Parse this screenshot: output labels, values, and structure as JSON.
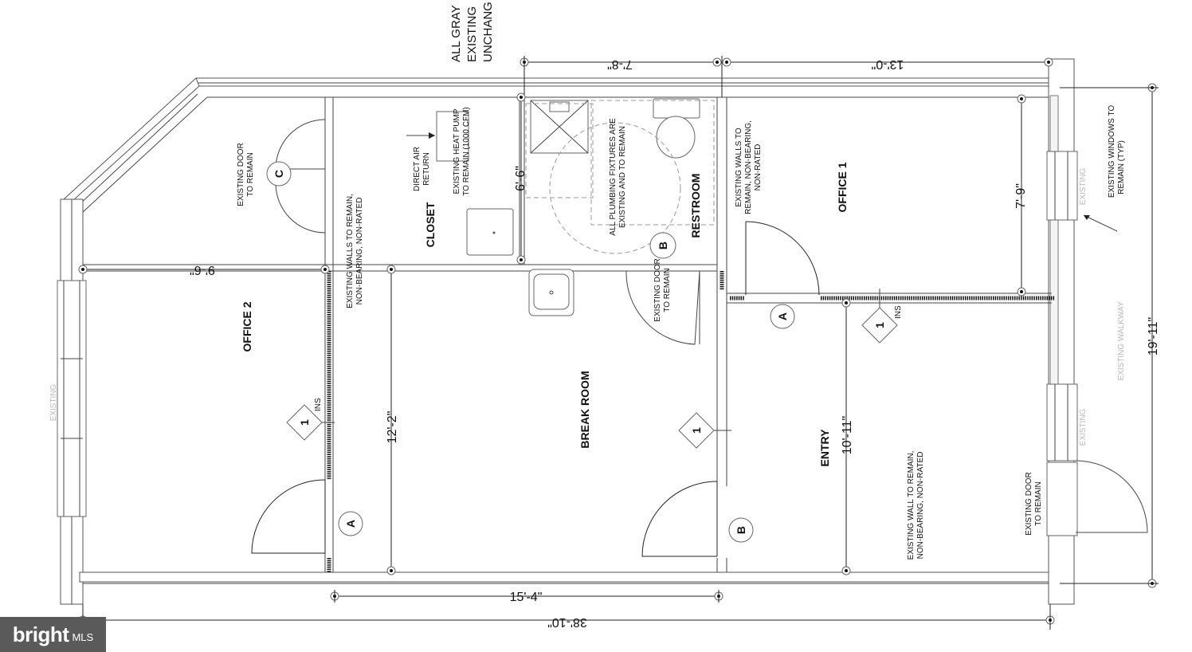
{
  "rooms": {
    "office2": "OFFICE 2",
    "closet": "CLOSET",
    "restroom": "RESTROOM",
    "office1": "OFFICE 1",
    "break_room": "BREAK ROOM",
    "entry": "ENTRY"
  },
  "dimensions": {
    "top_left": "7'-8\"",
    "top_right": "13'-0\"",
    "left_width": "9'-6\"",
    "closet_depth": "6'-6\"",
    "office1_depth": "7'-9\"",
    "break_depth": "12'-2\"",
    "entry_depth": "10'-11\"",
    "break_width": "15'-4\"",
    "total_width": "38'-10\"",
    "total_depth": "19'-11\""
  },
  "notes": {
    "gray_1": "ALL GRAY",
    "gray_2": "EXISTING",
    "gray_3": "UNCHANG",
    "door_c_1": "EXISTING DOOR",
    "door_c_2": "TO REMAIN",
    "walls_left_1": "EXISTING WALLS TO REMAIN,",
    "walls_left_2": "NON-BEARING, NON-RATED",
    "air_1": "DIRECT AIR",
    "air_2": "RETURN",
    "pump_1": "EXISTING HEAT PUMP",
    "pump_2": "TO REMAIN (1000 CFM)",
    "plumb_1": "ALL PLUMBING FIXTURES ARE",
    "plumb_2": "EXISTING AND TO REMAIN",
    "door_b_1": "EXISTING DOOR",
    "door_b_2": "TO REMAIN",
    "walls_mid_1": "EXISTING WALLS TO",
    "walls_mid_2": "REMAIN, NON-BEARING,",
    "walls_mid_3": "NON-RATED",
    "windows_1": "EXISTING WINDOWS TO",
    "windows_2": "REMAIN (TYP)",
    "wall_bottom_1": "EXISTING WALL TO REMAIN,",
    "wall_bottom_2": "NON-BEARING, NON-RATED",
    "door_entry_1": "EXISTING DOOR",
    "door_entry_2": "TO REMAIN"
  },
  "faint_labels": {
    "existing_left": "EXISTING",
    "existing_right_top": "EXISTING",
    "existing_right_bottom": "EXISTING",
    "walkway": "EXISTING WALKWAY"
  },
  "tags": {
    "door_c": "C",
    "door_b_restroom": "B",
    "door_a_office1": "A",
    "door_a_office2": "A",
    "door_b_break": "B",
    "wall_type_1": "1",
    "wall_type_2": "1",
    "wall_type_3": "1",
    "ins_1": "INS",
    "ins_2": "INS"
  },
  "watermark": {
    "brand": "bright",
    "suffix": "MLS"
  }
}
